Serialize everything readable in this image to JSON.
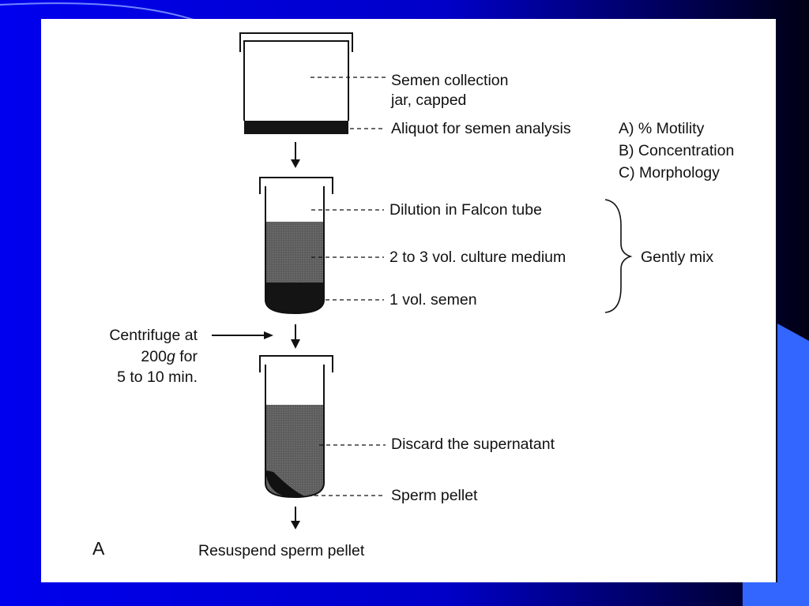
{
  "colors": {
    "background": "#0000e6",
    "background_dark": "#000018",
    "accent_block": "#3366ff",
    "panel": "#ffffff",
    "ink": "#111111",
    "liquid": "#5e5e5e",
    "semen": "#141414"
  },
  "labels": {
    "jar": "Semen collection\njar, capped",
    "aliquot": "Aliquot for semen analysis",
    "motility": "A) % Motility",
    "concentration": "B) Concentration",
    "morphology": "C) Morphology",
    "dilution": "Dilution in Falcon tube",
    "culture_medium": "2 to 3 vol. culture medium",
    "semen_vol": "1 vol. semen",
    "gently_mix": "Gently mix",
    "centrifuge_line1": "Centrifuge at",
    "centrifuge_line2_num": "200",
    "centrifuge_line2_unit": "g",
    "centrifuge_line2_rest": " for",
    "centrifuge_line3": "5 to 10 min.",
    "discard": "Discard the supernatant",
    "pellet": "Sperm pellet",
    "resuspend": "Resuspend sperm pellet",
    "figure_letter": "A"
  }
}
